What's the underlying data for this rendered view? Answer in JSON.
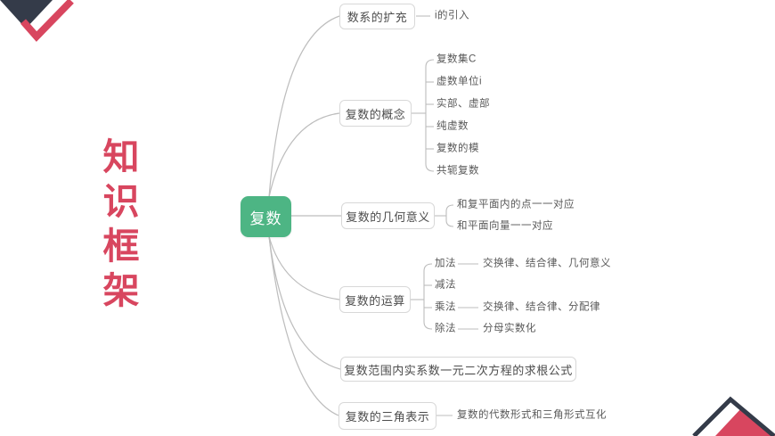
{
  "slide": {
    "title": "知识框架"
  },
  "mindmap": {
    "root": "复数",
    "branches": [
      {
        "label": "数系的扩充",
        "children": [
          {
            "label": "i的引入"
          }
        ]
      },
      {
        "label": "复数的概念",
        "children": [
          {
            "label": "复数集C"
          },
          {
            "label": "虚数单位i"
          },
          {
            "label": "实部、虚部"
          },
          {
            "label": "纯虚数"
          },
          {
            "label": "复数的模"
          },
          {
            "label": "共轭复数"
          }
        ]
      },
      {
        "label": "复数的几何意义",
        "children": [
          {
            "label": "和复平面内的点一一对应"
          },
          {
            "label": "和平面向量一一对应"
          }
        ]
      },
      {
        "label": "复数的运算",
        "children": [
          {
            "label": "加法",
            "note": "交换律、结合律、几何意义"
          },
          {
            "label": "减法"
          },
          {
            "label": "乘法",
            "note": "交换律、结合律、分配律"
          },
          {
            "label": "除法",
            "note": "分母实数化"
          }
        ]
      },
      {
        "label": "复数范围内实系数一元二次方程的求根公式",
        "children": []
      },
      {
        "label": "复数的三角表示",
        "children": [
          {
            "label": "复数的代数形式和三角形式互化"
          }
        ]
      }
    ]
  },
  "colors": {
    "accent_red": "#d8465f",
    "navy": "#343b49",
    "node_green": "#4db584",
    "connector_gray": "#bdbdbd",
    "box_border": "#d8d8d8",
    "box_text": "#4d4d4d",
    "leaf_text": "#595959"
  }
}
